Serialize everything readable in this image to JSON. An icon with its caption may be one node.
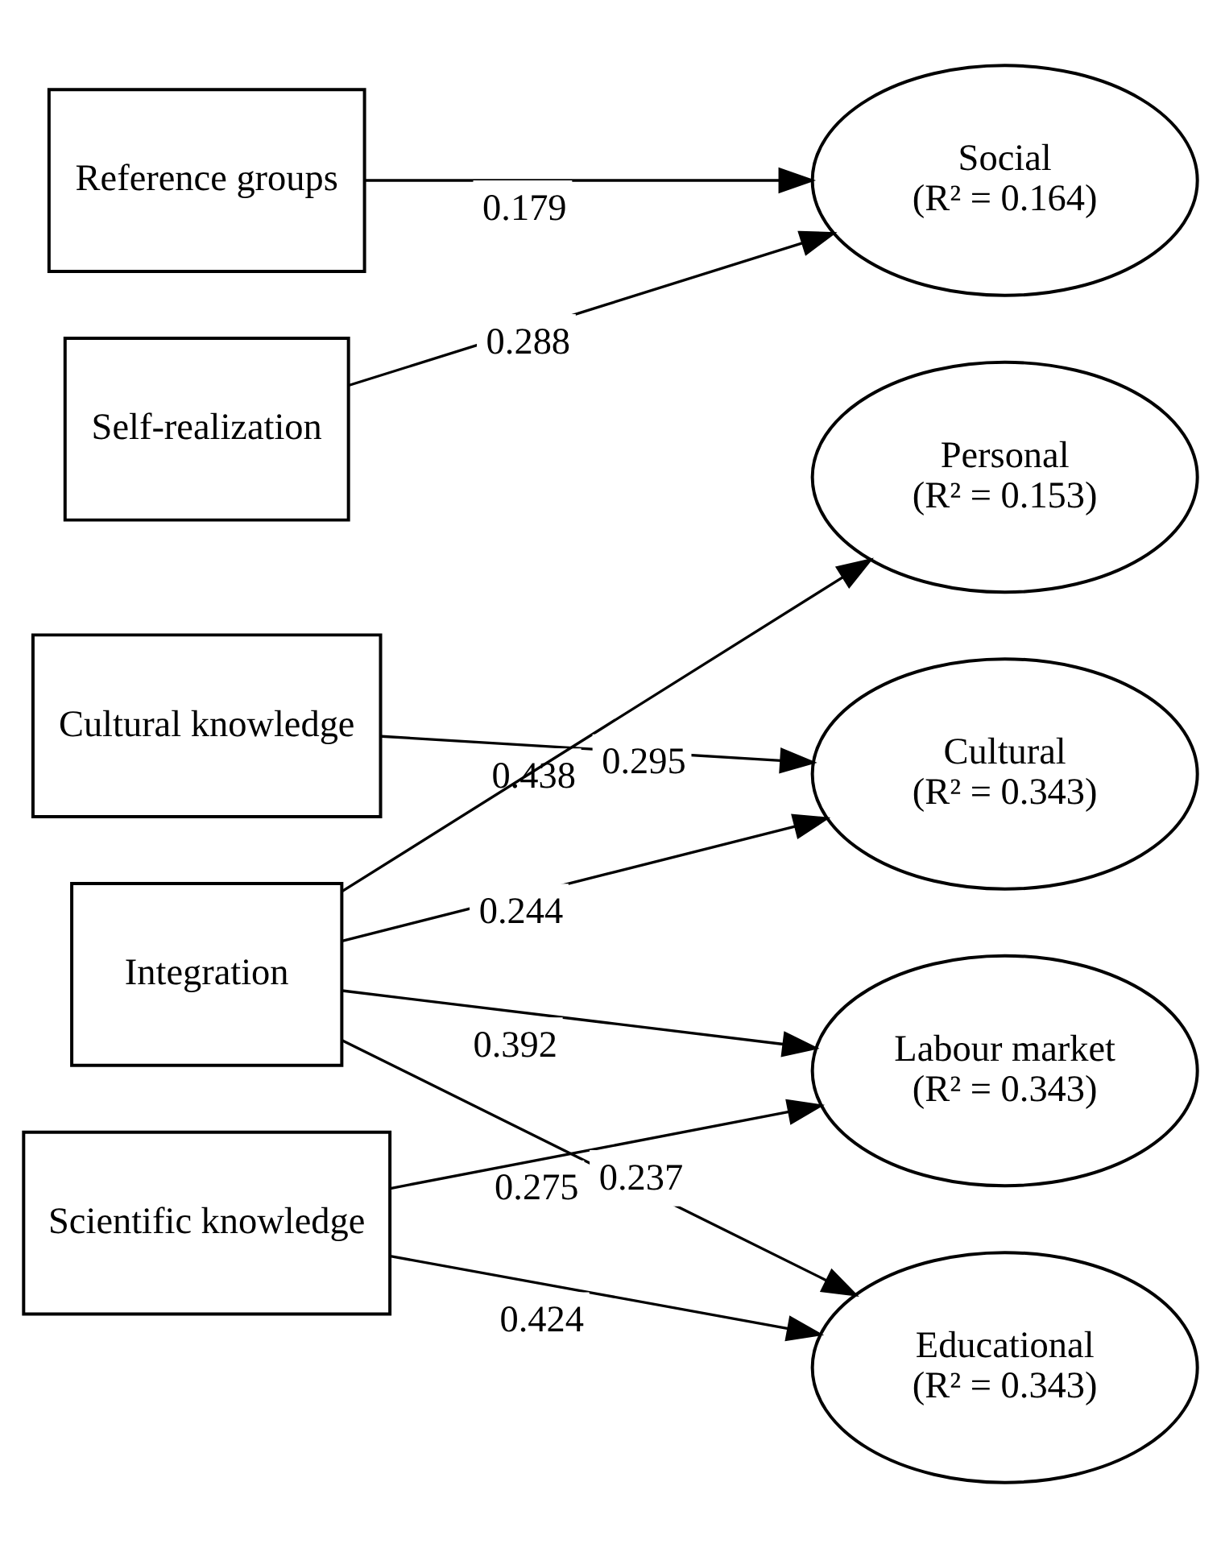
{
  "diagram": {
    "nodes": [
      {
        "text": [
          "Reference groups"
        ]
      },
      {
        "text": [
          "Self-realization"
        ]
      },
      {
        "text": [
          "Cultural knowledge"
        ]
      },
      {
        "text": [
          "Integration"
        ]
      },
      {
        "text": [
          "Scientific knowledge"
        ]
      },
      {
        "text": [
          "Social",
          "(R² = 0.164)"
        ]
      },
      {
        "text": [
          "Personal",
          "(R² = 0.153)"
        ]
      },
      {
        "text": [
          "Cultural",
          "(R² = 0.343)"
        ]
      },
      {
        "text": [
          "Labour market",
          "(R² = 0.343)"
        ]
      },
      {
        "text": [
          "Educational",
          "(R² = 0.343)"
        ]
      }
    ],
    "edges": [
      {
        "from": 0,
        "to": 5,
        "arrow": "to",
        "label": "0.179"
      },
      {
        "from": 1,
        "to": 5,
        "arrow": "to",
        "label": "0.288"
      },
      {
        "from": 3,
        "to": 6,
        "arrow": "to",
        "label": "0.295"
      },
      {
        "from": 2,
        "to": 7,
        "arrow": "to",
        "label": "0.438"
      },
      {
        "from": 3,
        "to": 7,
        "arrow": "to",
        "label": "0.244"
      },
      {
        "from": 3,
        "to": 8,
        "arrow": "to",
        "label": "0.392"
      },
      {
        "from": 4,
        "to": 8,
        "arrow": "to",
        "label": "0.237"
      },
      {
        "from": 3,
        "to": 9,
        "arrow": "to",
        "label": "0.275"
      },
      {
        "from": 4,
        "to": 9,
        "arrow": "to",
        "label": "0.424"
      }
    ]
  }
}
